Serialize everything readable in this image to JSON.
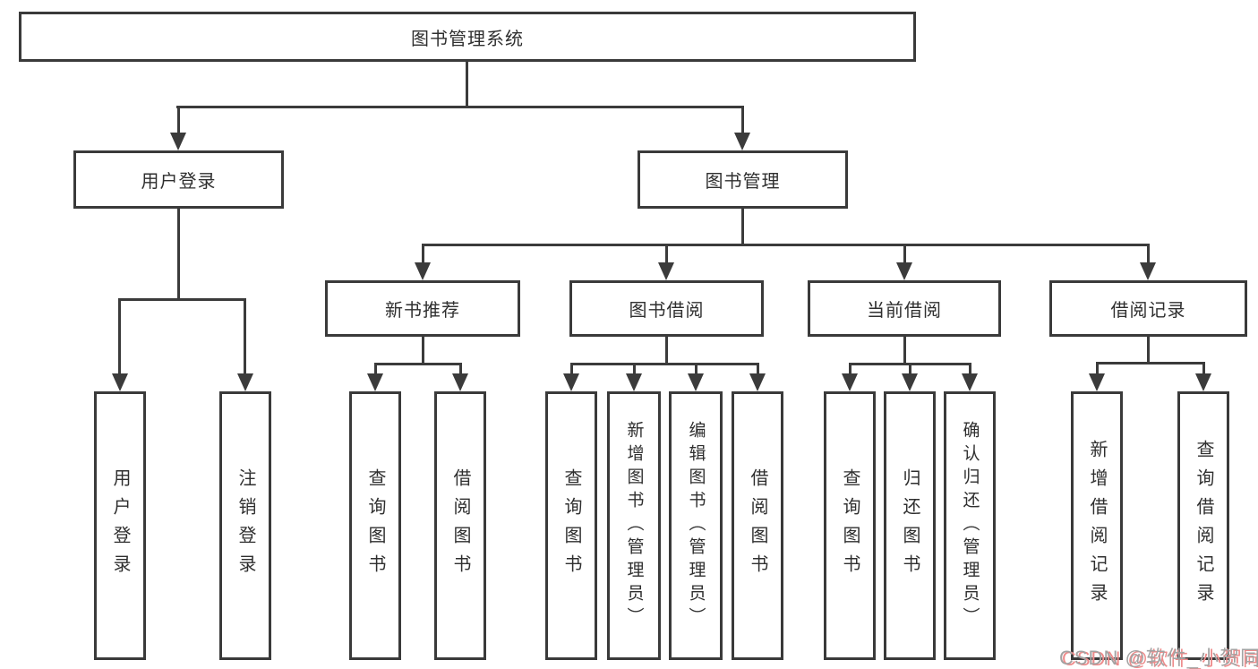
{
  "tree": {
    "root": "图书管理系统",
    "login_branch": {
      "label": "用户登录",
      "children": [
        "用户登录",
        "注销登录"
      ]
    },
    "mgmt_branch": {
      "label": "图书管理",
      "groups": [
        {
          "label": "新书推荐",
          "children": [
            "查询图书",
            "借阅图书"
          ]
        },
        {
          "label": "图书借阅",
          "children": [
            "查询图书",
            "新增图书（管理员）",
            "编辑图书（管理员）",
            "借阅图书"
          ]
        },
        {
          "label": "当前借阅",
          "children": [
            "查询图书",
            "归还图书",
            "确认归还（管理员）"
          ]
        },
        {
          "label": "借阅记录",
          "children": [
            "新增借阅记录",
            "查询借阅记录"
          ]
        }
      ]
    }
  },
  "watermark": "CSDN @软件_小贺同学",
  "colors": {
    "line": "#3b3b3b",
    "box_border": "#3a3a3a",
    "text": "#2f2f2f",
    "background": "#ffffff",
    "watermark_gray": "#a3a3a3",
    "watermark_red": "#ee8b8b"
  }
}
